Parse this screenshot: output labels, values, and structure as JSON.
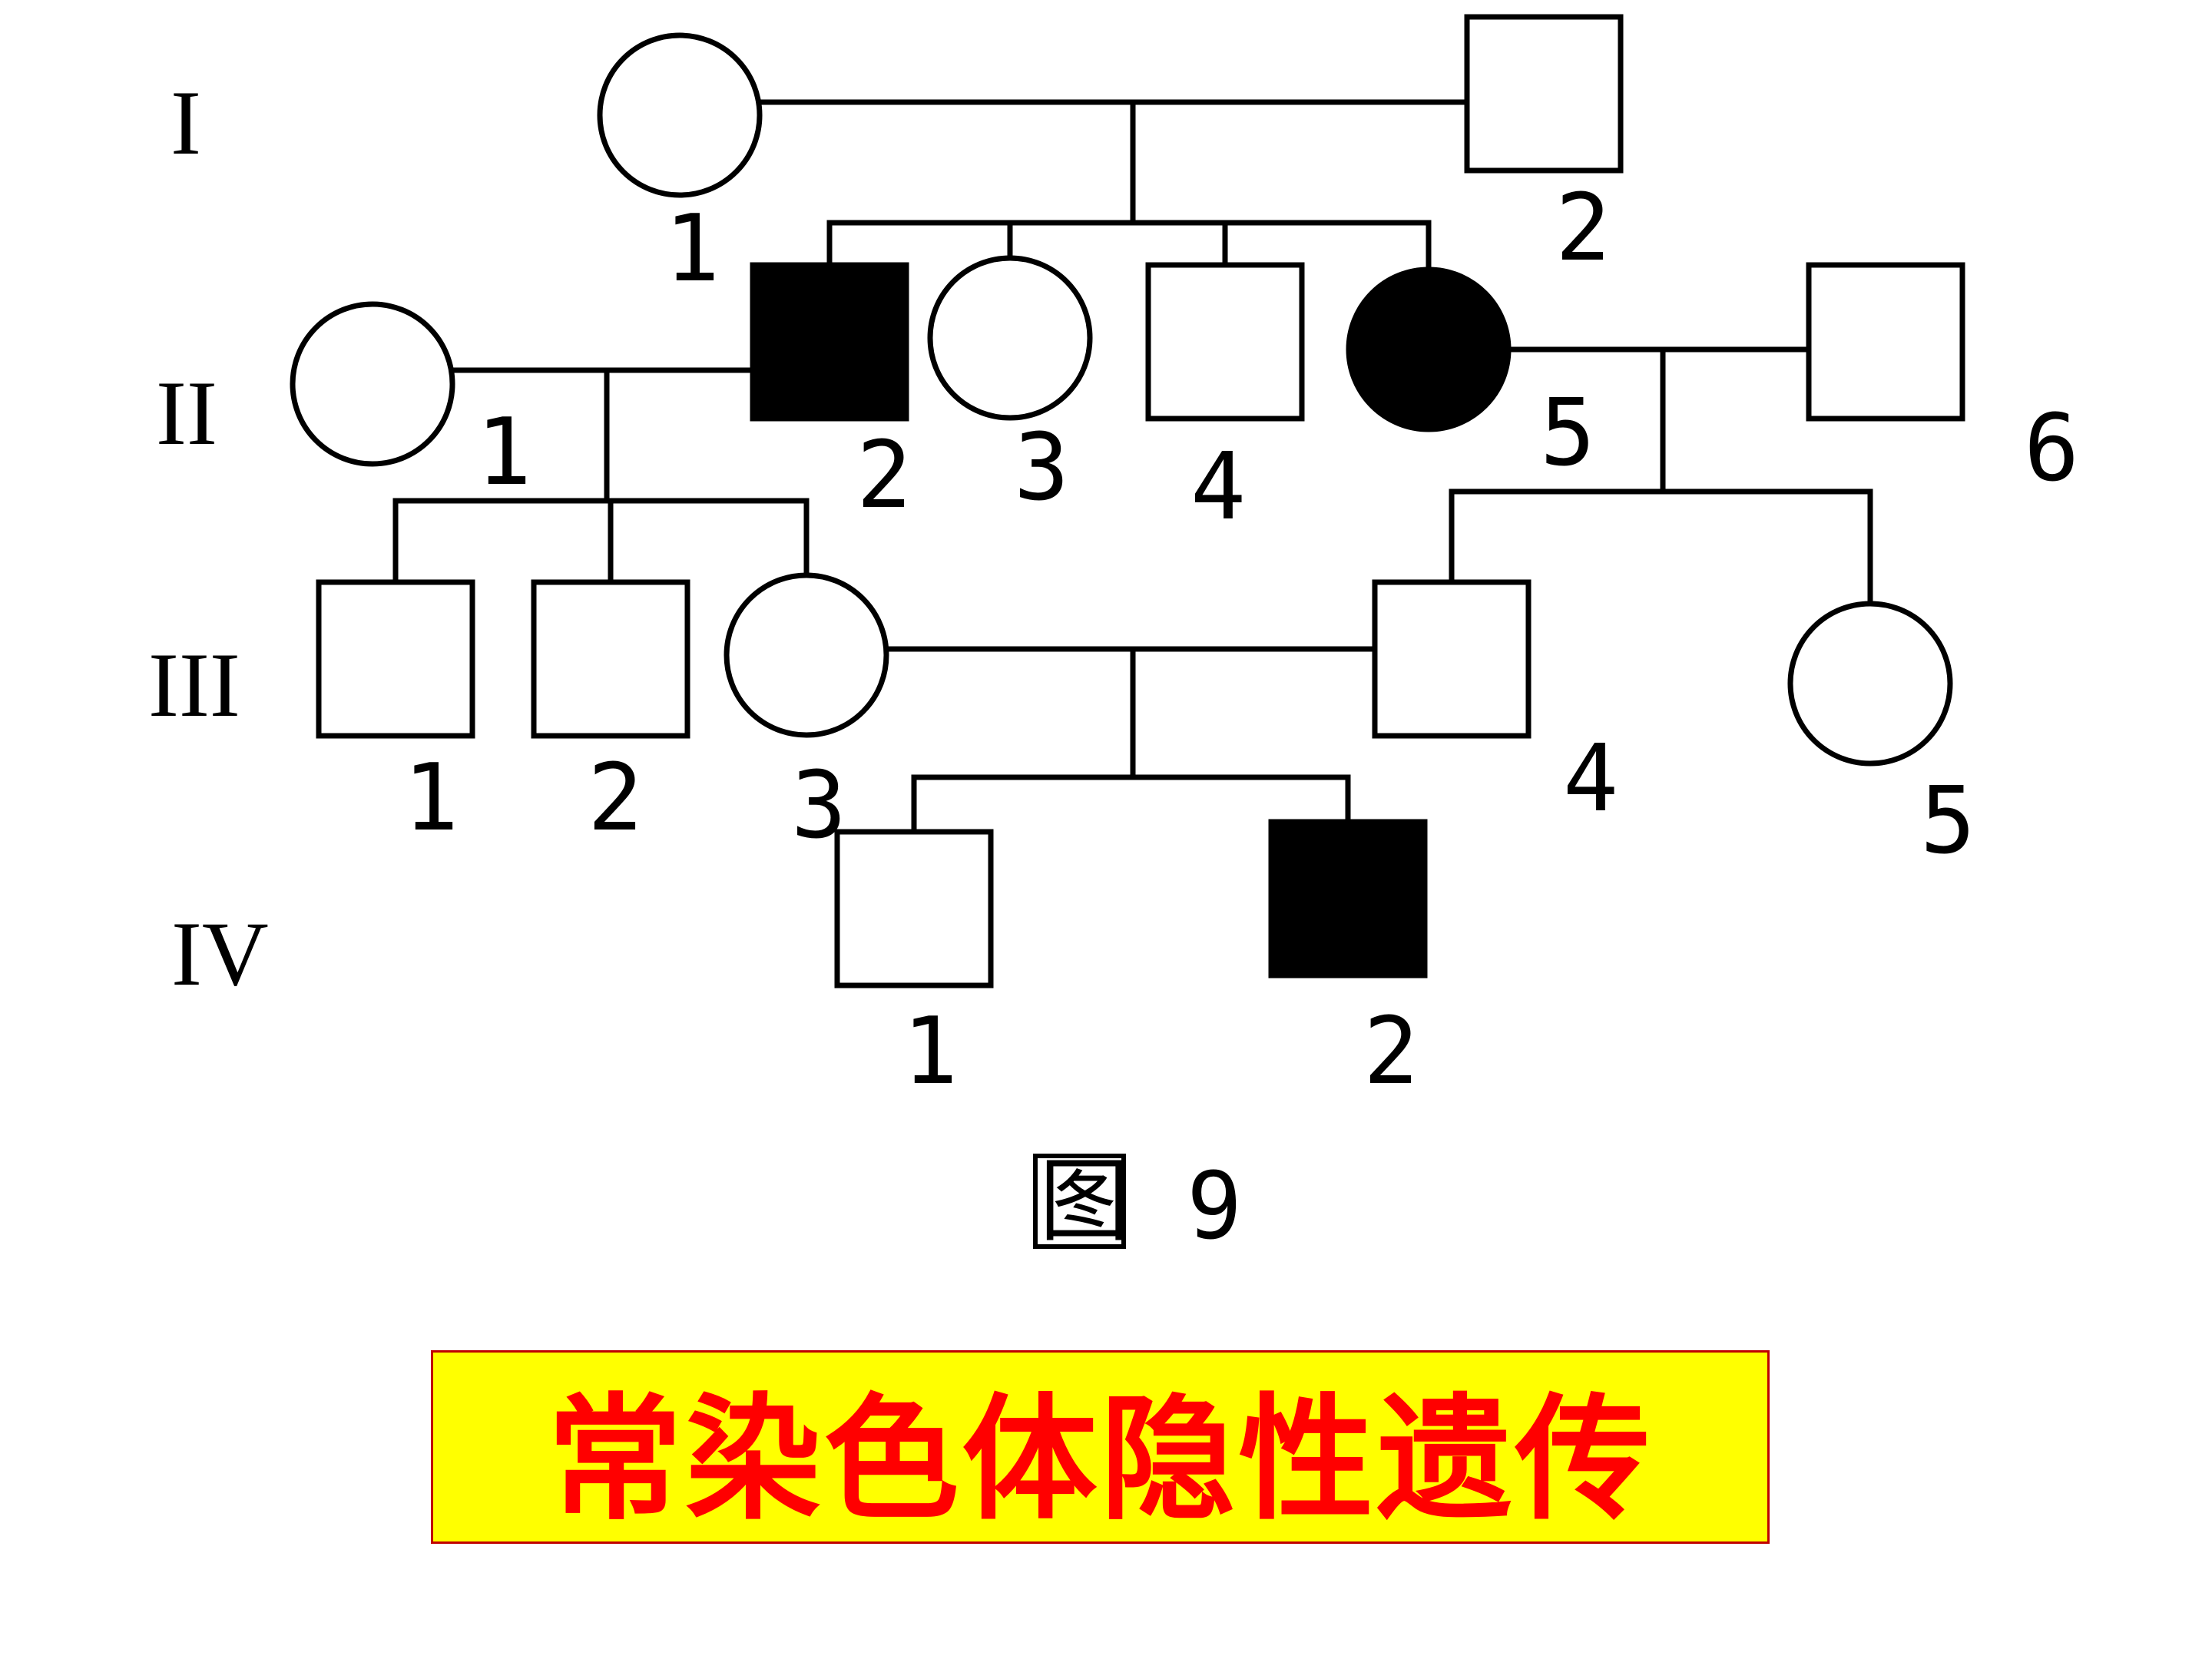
{
  "colors": {
    "affected": "#000000",
    "unaffected": "#ffffff",
    "line": "#000000",
    "box_fill": "#ffff00",
    "box_border": "#c00000",
    "text_accent": "#ff0000"
  },
  "generations": [
    "I",
    "II",
    "III",
    "IV"
  ],
  "individuals": [
    {
      "id": "I-1",
      "label": "1",
      "sex": "female",
      "affected": false
    },
    {
      "id": "I-2",
      "label": "2",
      "sex": "male",
      "affected": false
    },
    {
      "id": "II-1",
      "label": "1",
      "sex": "female",
      "affected": false
    },
    {
      "id": "II-2",
      "label": "2",
      "sex": "male",
      "affected": true
    },
    {
      "id": "II-3",
      "label": "3",
      "sex": "female",
      "affected": false
    },
    {
      "id": "II-4",
      "label": "4",
      "sex": "male",
      "affected": false
    },
    {
      "id": "II-5",
      "label": "5",
      "sex": "female",
      "affected": true
    },
    {
      "id": "II-6",
      "label": "6",
      "sex": "male",
      "affected": false
    },
    {
      "id": "III-1",
      "label": "1",
      "sex": "male",
      "affected": false
    },
    {
      "id": "III-2",
      "label": "2",
      "sex": "male",
      "affected": false
    },
    {
      "id": "III-3",
      "label": "3",
      "sex": "female",
      "affected": false
    },
    {
      "id": "III-4",
      "label": "4",
      "sex": "male",
      "affected": false
    },
    {
      "id": "III-5",
      "label": "5",
      "sex": "female",
      "affected": false
    },
    {
      "id": "IV-1",
      "label": "1",
      "sex": "male",
      "affected": false
    },
    {
      "id": "IV-2",
      "label": "2",
      "sex": "male",
      "affected": true
    }
  ],
  "matings": [
    {
      "partners": [
        "I-1",
        "I-2"
      ],
      "children": [
        "II-2",
        "II-3",
        "II-4",
        "II-5"
      ]
    },
    {
      "partners": [
        "II-1",
        "II-2"
      ],
      "children": [
        "III-1",
        "III-2",
        "III-3"
      ]
    },
    {
      "partners": [
        "II-5",
        "II-6"
      ],
      "children": [
        "III-4",
        "III-5"
      ]
    },
    {
      "partners": [
        "III-3",
        "III-4"
      ],
      "children": [
        "IV-1",
        "IV-2"
      ]
    }
  ],
  "figure": {
    "char": "图",
    "number": "9"
  },
  "conclusion": "常染色体隐性遗传"
}
